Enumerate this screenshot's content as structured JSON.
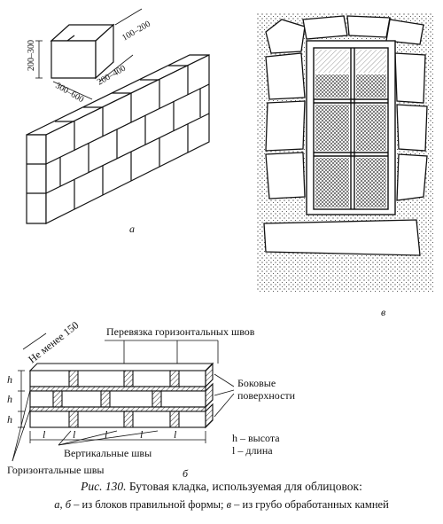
{
  "figure_a": {
    "panel_label": "а",
    "dim_height": "200–300",
    "dim_width": "100–200",
    "dim_length_a": "300–600",
    "dim_length_b": "200–400"
  },
  "figure_v": {
    "panel_label": "в"
  },
  "figure_b": {
    "panel_label": "б",
    "not_less": "Не менее 150",
    "horizontal_bond": "Перевязка горизонтальных швов",
    "side_surfaces_1": "Боковые",
    "side_surfaces_2": "поверхности",
    "h_symbol": "h",
    "l_symbol": "l",
    "legend_h": "h – высота",
    "legend_l": "l – длина",
    "vertical_joints": "Вертикальные швы",
    "horizontal_joints": "Горизонтальные швы"
  },
  "caption": {
    "number": "Рис. 130.",
    "title": "Бутовая кладка, используемая для облицовок:",
    "line2_prefix": "а, б",
    "line2_mid": " – из блоков правильной формы; ",
    "line2_v": "в",
    "line2_suffix": " – из грубо обработанных камней"
  }
}
